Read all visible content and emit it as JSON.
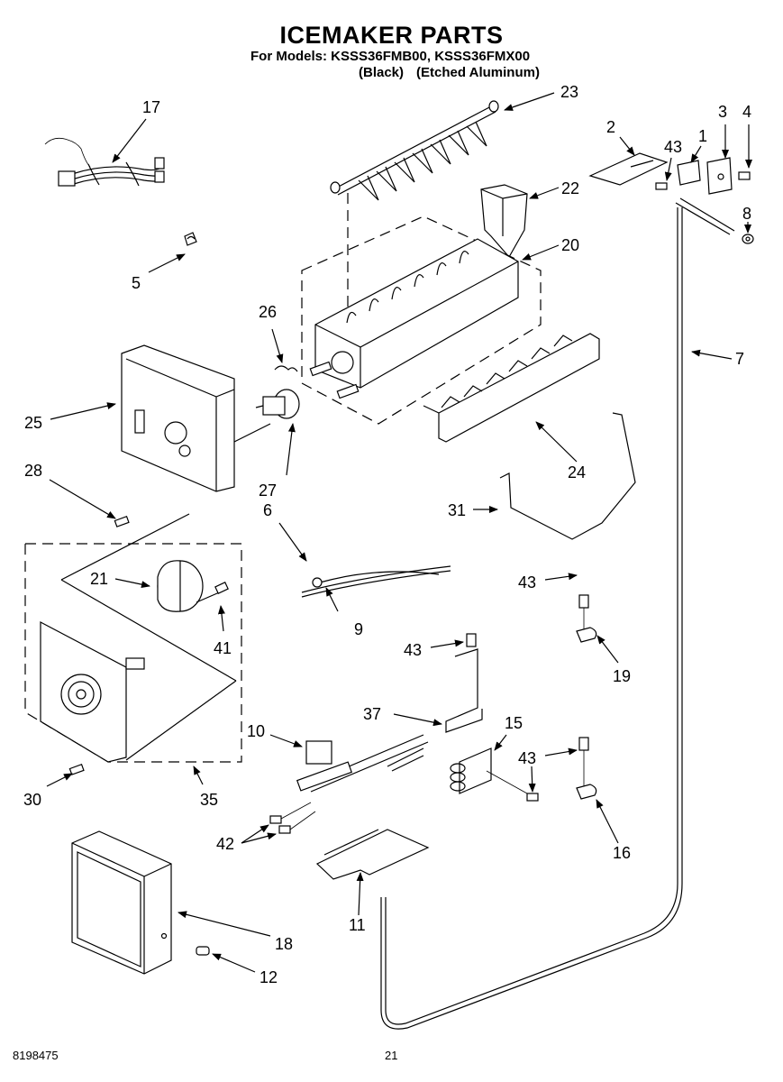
{
  "header": {
    "title": "ICEMAKER PARTS",
    "models_line": "For Models: KSSS36FMB00, KSSS36FMX00",
    "variant_1": "(Black)",
    "variant_2": "(Etched Aluminum)"
  },
  "footer": {
    "document_number": "8198475",
    "page_number": "21"
  },
  "callouts": [
    {
      "id": "c17",
      "label": "17"
    },
    {
      "id": "c5",
      "label": "5"
    },
    {
      "id": "c23",
      "label": "23"
    },
    {
      "id": "c2",
      "label": "2"
    },
    {
      "id": "c43a",
      "label": "43"
    },
    {
      "id": "c1",
      "label": "1"
    },
    {
      "id": "c3",
      "label": "3"
    },
    {
      "id": "c4",
      "label": "4"
    },
    {
      "id": "c22",
      "label": "22"
    },
    {
      "id": "c8",
      "label": "8"
    },
    {
      "id": "c20",
      "label": "20"
    },
    {
      "id": "c26",
      "label": "26"
    },
    {
      "id": "c7",
      "label": "7"
    },
    {
      "id": "c25",
      "label": "25"
    },
    {
      "id": "c28",
      "label": "28"
    },
    {
      "id": "c27",
      "label": "27"
    },
    {
      "id": "c24",
      "label": "24"
    },
    {
      "id": "c6",
      "label": "6"
    },
    {
      "id": "c31",
      "label": "31"
    },
    {
      "id": "c21",
      "label": "21"
    },
    {
      "id": "c41",
      "label": "41"
    },
    {
      "id": "c9",
      "label": "9"
    },
    {
      "id": "c43b",
      "label": "43"
    },
    {
      "id": "c43c",
      "label": "43"
    },
    {
      "id": "c19",
      "label": "19"
    },
    {
      "id": "c37",
      "label": "37"
    },
    {
      "id": "c10",
      "label": "10"
    },
    {
      "id": "c15",
      "label": "15"
    },
    {
      "id": "c43d",
      "label": "43"
    },
    {
      "id": "c30",
      "label": "30"
    },
    {
      "id": "c35",
      "label": "35"
    },
    {
      "id": "c42",
      "label": "42"
    },
    {
      "id": "c16",
      "label": "16"
    },
    {
      "id": "c11",
      "label": "11"
    },
    {
      "id": "c18",
      "label": "18"
    },
    {
      "id": "c12",
      "label": "12"
    }
  ]
}
